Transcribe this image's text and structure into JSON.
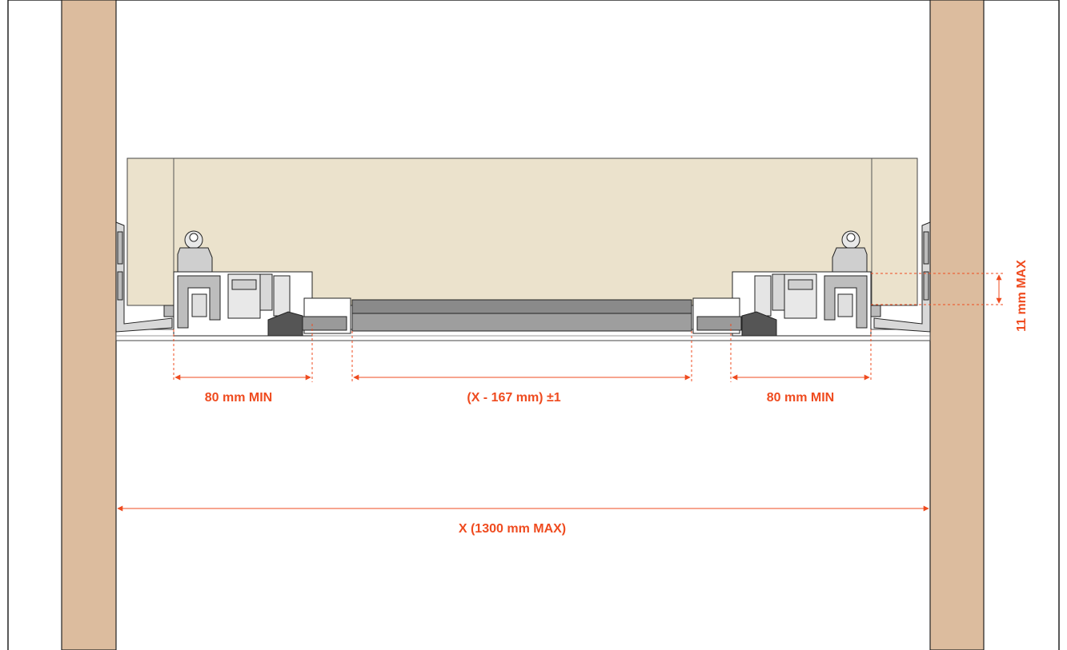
{
  "colors": {
    "wood": "#dcbc9e",
    "drawer_panel": "#ebe2cc",
    "dimension": "#ef4b1f",
    "rod_top": "#8a8a8a",
    "rod_bottom": "#9e9e9e",
    "hardware_fill": "#d0d0d0",
    "hardware_stroke": "#222222"
  },
  "dimensions": {
    "left_min": "80 mm MIN",
    "rod_length": "(X - 167 mm) ±1",
    "right_min": "80 mm MIN",
    "overall": "X (1300 mm MAX)",
    "height_max": "11 mm MAX"
  }
}
